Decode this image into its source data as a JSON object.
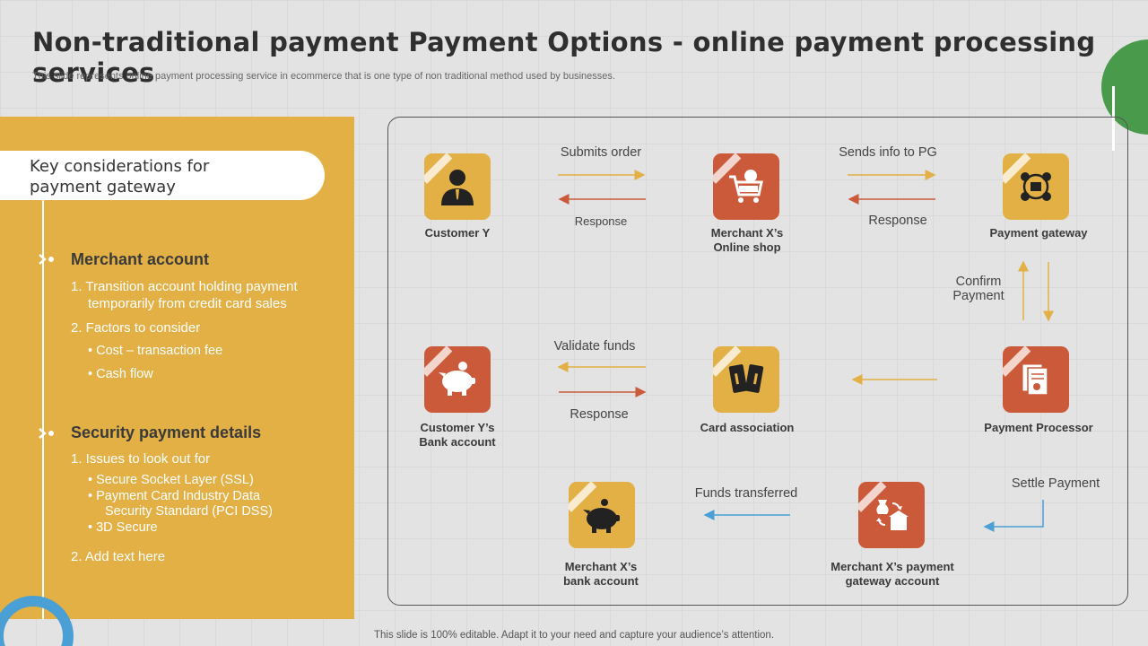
{
  "slide": {
    "title": "Non-traditional payment Payment Options - online payment processing services",
    "subtitle": "This slide represents online payment processing service in ecommerce that is one type of non traditional method used by businesses.",
    "footer": "This slide is 100% editable. Adapt it to your need and capture your audience’s attention."
  },
  "left": {
    "heading_line1": "Key considerations for",
    "heading_line2": "payment gateway",
    "merchant": {
      "title": "Merchant account",
      "item1_line1": "1. Transition account holding payment",
      "item1_line2": "temporarily from credit card sales",
      "item2": "2. Factors to consider",
      "bullet1": "•  Cost – transaction fee",
      "bullet2": "•  Cash flow"
    },
    "security": {
      "title": "Security payment details",
      "item1": "1. Issues to look out for",
      "bullet1": "•  Secure Socket Layer (SSL)",
      "bullet2_line1": "•  Payment Card Industry Data",
      "bullet2_line2": "Security Standard (PCI DSS)",
      "bullet3": "•  3D Secure",
      "item2": "2. Add text here"
    }
  },
  "nodes": {
    "customer": {
      "line1": "Customer Y",
      "line2": "",
      "icon": "person-icon"
    },
    "shop": {
      "line1": "Merchant X’s",
      "line2": "Online shop",
      "icon": "cart-icon"
    },
    "gateway": {
      "line1": "Payment gateway",
      "line2": "",
      "icon": "network-icon"
    },
    "bank": {
      "line1": "Customer Y’s",
      "line2": "Bank account",
      "icon": "piggy-bank-icon"
    },
    "card": {
      "line1": "Card association",
      "line2": "",
      "icon": "cards-icon"
    },
    "processor": {
      "line1": "Payment Processor",
      "line2": "",
      "icon": "documents-icon"
    },
    "merchant_bank": {
      "line1": "Merchant X’s",
      "line2": "bank account",
      "icon": "piggy-bank-icon"
    },
    "gateway_account": {
      "line1": "Merchant X’s payment",
      "line2": "gateway account",
      "icon": "money-transfer-icon"
    }
  },
  "arrows": {
    "submits_order": "Submits order",
    "response1": "Response",
    "sends_info": "Sends info to PG",
    "response2": "Response",
    "confirm_line1": "Confirm",
    "confirm_line2": "Payment",
    "validate_funds": "Validate funds",
    "response3": "Response",
    "funds_transferred": "Funds transferred",
    "settle_payment": "Settle Payment"
  },
  "colors": {
    "yellow": "#e2b045",
    "red": "#cb5a3b",
    "green": "#4a9a4c",
    "blue": "#4aa0d5"
  }
}
